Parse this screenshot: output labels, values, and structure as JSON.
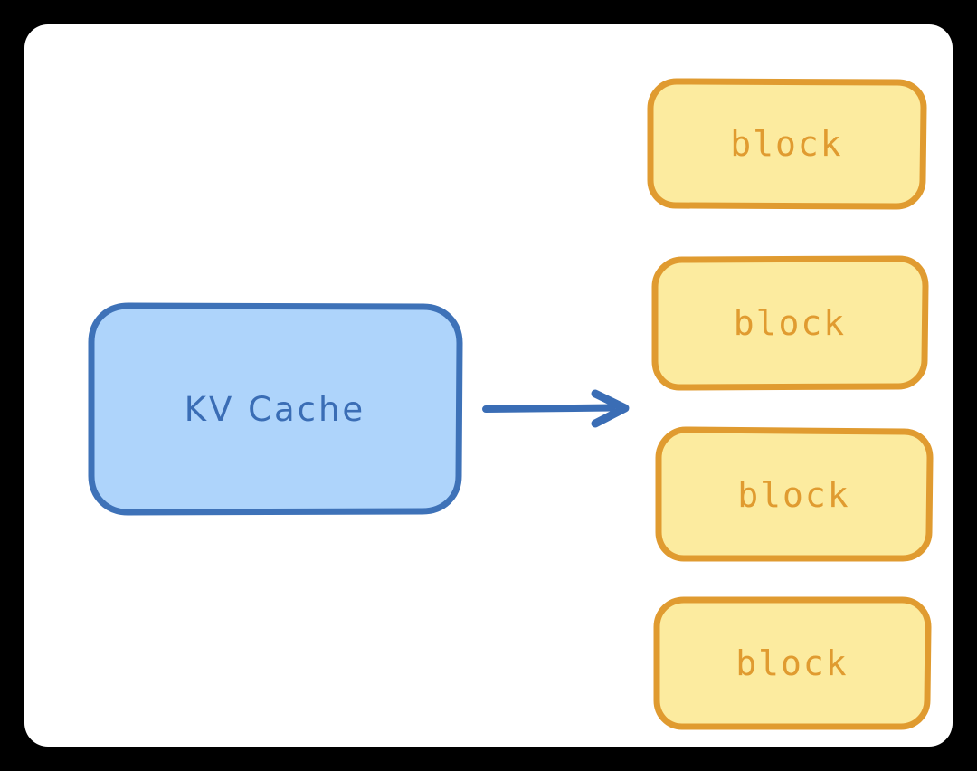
{
  "canvas": {
    "background_color": "#000000",
    "card_background_color": "#ffffff"
  },
  "diagram": {
    "type": "flow-diagram",
    "title": "",
    "source_node": {
      "label": "KV Cache",
      "fill_color": "#aed4fb",
      "stroke_color": "#3e72b8",
      "text_color": "#3a6db5",
      "shape": "rounded-rectangle"
    },
    "connector": {
      "kind": "arrow",
      "direction": "right",
      "label": "",
      "color": "#3a6db5",
      "from": "KV Cache",
      "to": "blocks"
    },
    "target_nodes": [
      {
        "label": "block",
        "fill_color": "#fceb9f",
        "stroke_color": "#e09b30",
        "text_color": "#e09b30",
        "shape": "rounded-rectangle"
      },
      {
        "label": "block",
        "fill_color": "#fceb9f",
        "stroke_color": "#e09b30",
        "text_color": "#e09b30",
        "shape": "rounded-rectangle"
      },
      {
        "label": "block",
        "fill_color": "#fceb9f",
        "stroke_color": "#e09b30",
        "text_color": "#e09b30",
        "shape": "rounded-rectangle"
      },
      {
        "label": "block",
        "fill_color": "#fceb9f",
        "stroke_color": "#e09b30",
        "text_color": "#e09b30",
        "shape": "rounded-rectangle"
      }
    ]
  }
}
